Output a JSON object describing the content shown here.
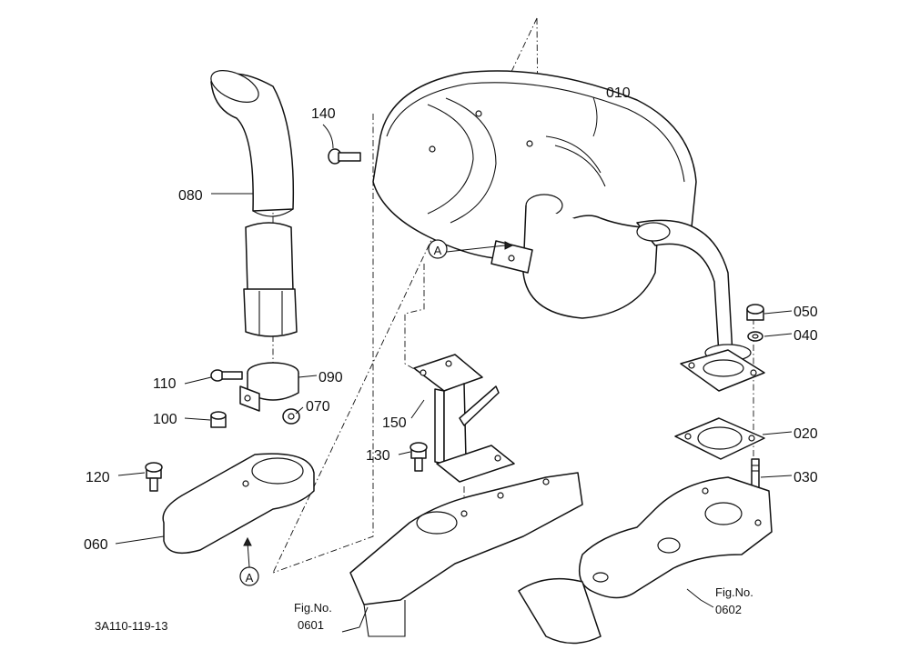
{
  "drawing_id": "3A110-119-13",
  "callouts": [
    {
      "id": "010",
      "text": "010"
    },
    {
      "id": "020",
      "text": "020"
    },
    {
      "id": "030",
      "text": "030"
    },
    {
      "id": "040",
      "text": "040"
    },
    {
      "id": "050",
      "text": "050"
    },
    {
      "id": "060",
      "text": "060"
    },
    {
      "id": "070",
      "text": "070"
    },
    {
      "id": "080",
      "text": "080"
    },
    {
      "id": "090",
      "text": "090"
    },
    {
      "id": "100",
      "text": "100"
    },
    {
      "id": "110",
      "text": "110"
    },
    {
      "id": "120",
      "text": "120"
    },
    {
      "id": "130",
      "text": "130"
    },
    {
      "id": "140",
      "text": "140"
    },
    {
      "id": "150",
      "text": "150"
    }
  ],
  "markers": {
    "a_upper": "A",
    "a_lower": "A"
  },
  "fig_refs": [
    {
      "label": "Fig.No.",
      "number": "0601"
    },
    {
      "label": "Fig.No.",
      "number": "0602"
    }
  ]
}
